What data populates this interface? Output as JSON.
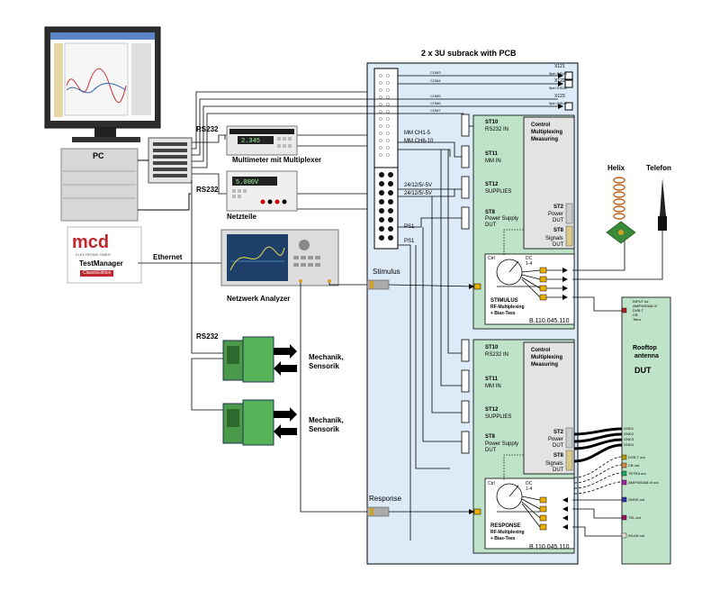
{
  "title": "2 x 3U subrack with PCB",
  "pc": {
    "label": "PC"
  },
  "logo": {
    "brand": "MCD",
    "sub": "ELEKTRONIK GMBH",
    "product": "TestManager",
    "edition": "ClassicEdition"
  },
  "links": {
    "rs232_a": "RS232",
    "rs232_b": "RS232",
    "rs232_c": "RS232",
    "ethernet": "Ethernet"
  },
  "instruments": {
    "multimeter": "Multimeter mit Multiplexer",
    "power": "Netzteile",
    "analyzer": "Netzwerk Analyzer"
  },
  "mechanik": {
    "a1": "Mechanik,",
    "a2": "Sensorik",
    "b1": "Mechanik,",
    "b2": "Sensorik"
  },
  "com": {
    "c3": "COM3",
    "c4": "COM4",
    "c5": "COM5",
    "c6": "COM6",
    "c7": "COM7"
  },
  "connectors": [
    {
      "name": "X121",
      "desc": "9pin DSUB"
    },
    {
      "name": "X122",
      "desc": "9pin DSUB"
    },
    {
      "name": "X123",
      "desc": "9pin DSUB"
    }
  ],
  "mux_labels": {
    "ch1": "MM CH1-5",
    "ch2": "MM CH6-10",
    "sup1": "24/12/5/-5V",
    "sup2": "24/12/5/-5V",
    "ps1a": "PS1",
    "ps1b": "PS1"
  },
  "upper_card": {
    "st10": "ST10",
    "st10_sub": "RS232 IN",
    "st11": "ST11",
    "st11_sub": "MM IN",
    "st12": "ST12",
    "st12_sub": "SUPPLIES",
    "st8": "ST8",
    "st8_sub1": "Power Supply",
    "st8_sub2": "DUT",
    "ctrl1": "Control",
    "ctrl2": "Multiplexing",
    "ctrl3": "Measuring",
    "st2": "ST2",
    "power": "Power",
    "dut": "DUT",
    "st8b": "ST8",
    "signals": "Signals",
    "dut2": "DUT",
    "ctrl": "Ctrl",
    "dc1": "DC",
    "dc2": "1-4",
    "rf1": "STIMULUS",
    "rf2": "RF-Multiplexing",
    "rf3": "+ Bias-Tees",
    "part": "B.110.045.110"
  },
  "lower_card": {
    "st10": "ST10",
    "st10_sub": "RS232 IN",
    "st11": "ST11",
    "st11_sub": "MM IN",
    "st12": "ST12",
    "st12_sub": "SUPPLIES",
    "st8": "ST8",
    "st8_sub1": "Power Supply",
    "st8_sub2": "DUT",
    "ctrl1": "Control",
    "ctrl2": "Multiplexing",
    "ctrl3": "Measuring",
    "st2": "ST2",
    "power": "Power",
    "dut": "DUT",
    "st8b": "ST8",
    "signals": "Signals",
    "dut2": "DUT",
    "ctrl": "Ctrl",
    "dc1": "DC",
    "dc2": "1-4",
    "rf1": "RESPONSE",
    "rf2": "RF-Multiplexing",
    "rf3": "+ Bias-Tees",
    "part": "B.110.045.110"
  },
  "stimulus": "Stimulus",
  "response": "Response",
  "antennas": {
    "helix": "Helix",
    "telefon": "Telefon"
  },
  "dut": {
    "input1": "INPUT for",
    "input2": "AM/FM/DAB-III",
    "input3": "DVB-T",
    "input4": "CB",
    "input5": "Tetra",
    "t1": "Rooftop",
    "t2": "antenna",
    "t3": "DUT",
    "gnd": [
      "GND1",
      "GND2",
      "GND3",
      "GND4"
    ],
    "outs": [
      "DVB-T out",
      "CB out",
      "TETRA out",
      "AM/FM/DAB-III out",
      "GNSS out",
      "TEL out",
      "WLAN out"
    ]
  }
}
